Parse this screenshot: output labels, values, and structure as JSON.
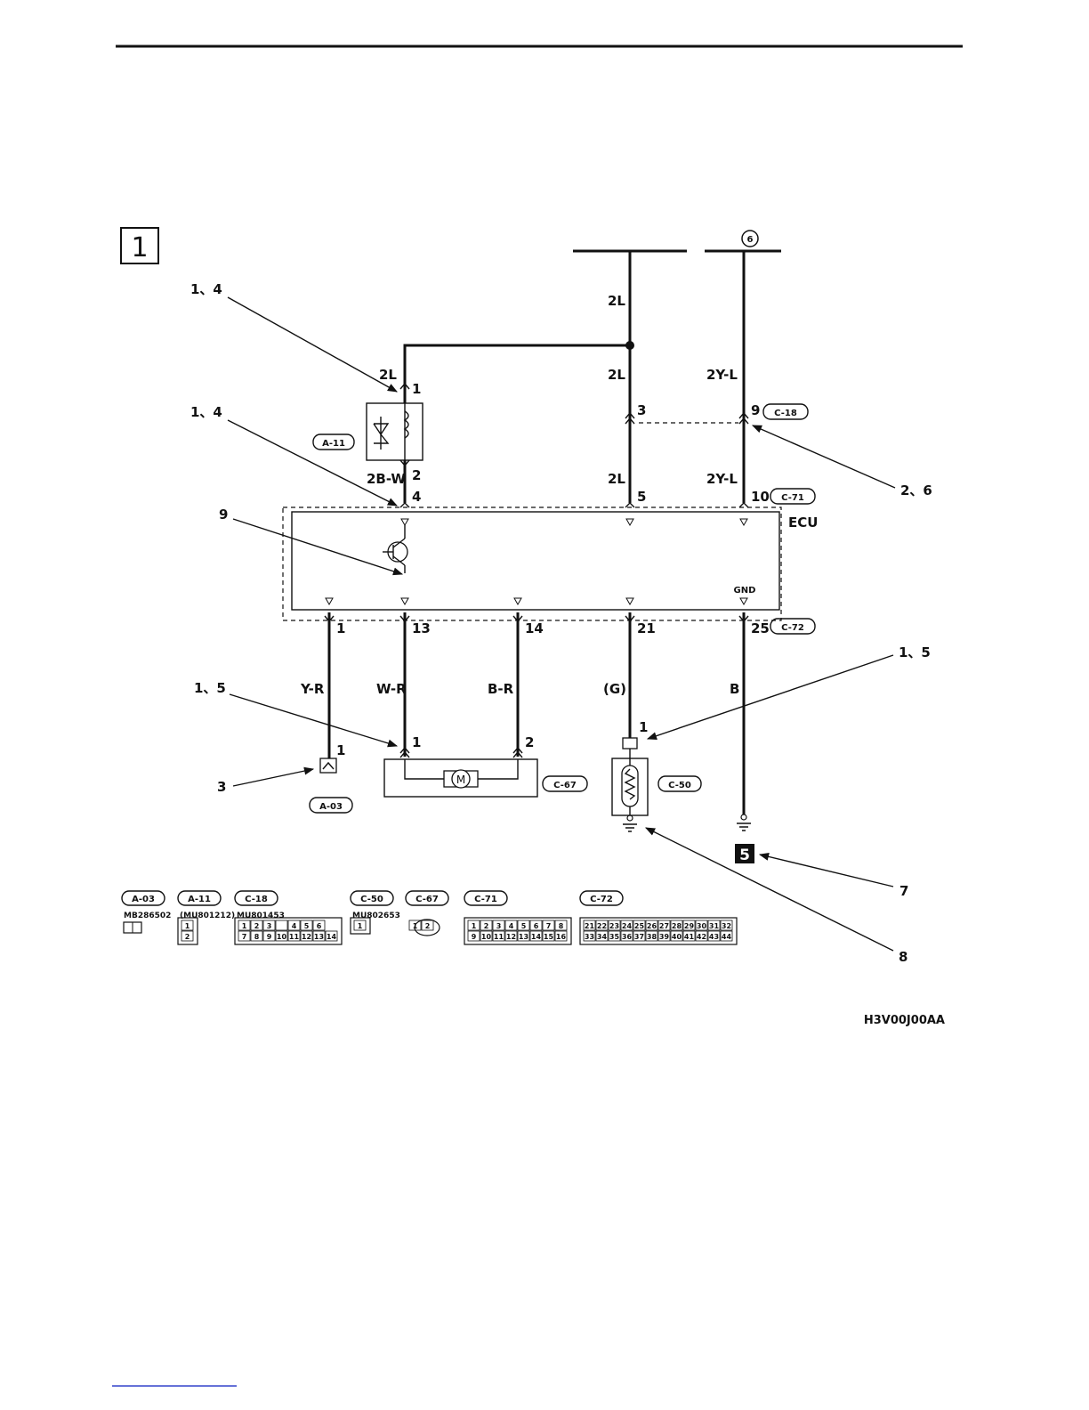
{
  "diagram": {
    "section_number": "1",
    "figure_code": "H3V00J00AA",
    "ecu_label": "ECU",
    "gnd_label": "GND",
    "ground_point_number": "6",
    "ground_block_number": "5"
  },
  "wires": {
    "top_left": "2L",
    "top_mid": "2L",
    "mid_a": "2L",
    "mid_b": "2L",
    "top_right_upper": "2Y-L",
    "top_right_lower": "2Y-L",
    "a11_out": "2B-W",
    "y_r": "Y-R",
    "w_r": "W-R",
    "b_r": "B-R",
    "g": "(G)",
    "b": "B"
  },
  "pins": {
    "a11_1": "1",
    "a11_2": "2",
    "ecu_4": "4",
    "c18_3": "3",
    "c18_9": "9",
    "ecu_5": "5",
    "ecu_10": "10",
    "ecu_1": "1",
    "ecu_13": "13",
    "ecu_14": "14",
    "ecu_21": "21",
    "ecu_25": "25",
    "a03_1": "1",
    "c67_1": "1",
    "c67_2": "2",
    "c50_1": "1"
  },
  "connectors": {
    "a11": "A-11",
    "c18": "C-18",
    "c71": "C-71",
    "c72": "C-72",
    "c67": "C-67",
    "c50": "C-50",
    "a03": "A-03"
  },
  "callouts": {
    "c_1_4_top": "1、4",
    "c_1_4_mid": "1、4",
    "c_9": "9",
    "c_2_6": "2、6",
    "c_1_5_left": "1、5",
    "c_1_5_right": "1、5",
    "c_3": "3",
    "c_7": "7",
    "c_8": "8"
  },
  "legend": [
    {
      "code": "A-03",
      "part": "MB286502",
      "pins": []
    },
    {
      "code": "A-11",
      "part": "(MU801212)",
      "pins": [
        "1",
        "2"
      ]
    },
    {
      "code": "C-18",
      "part": "MU801453",
      "pins": [
        "1",
        "2",
        "3",
        "",
        "4",
        "5",
        "6",
        "7",
        "8",
        "9",
        "10",
        "11",
        "12",
        "13",
        "14"
      ]
    },
    {
      "code": "C-50",
      "part": "MU802653",
      "pins": [
        "1"
      ]
    },
    {
      "code": "C-67",
      "part": "",
      "pins": [
        "1",
        "2"
      ]
    },
    {
      "code": "C-71",
      "part": "",
      "pins": [
        "1",
        "2",
        "3",
        "4",
        "5",
        "6",
        "7",
        "8",
        "9",
        "10",
        "11",
        "12",
        "13",
        "14",
        "15",
        "16"
      ]
    },
    {
      "code": "C-72",
      "part": "",
      "pins": [
        "21",
        "22",
        "23",
        "24",
        "25",
        "26",
        "27",
        "28",
        "29",
        "30",
        "31",
        "32",
        "33",
        "34",
        "35",
        "36",
        "37",
        "38",
        "39",
        "40",
        "41",
        "42",
        "43",
        "44"
      ]
    }
  ]
}
